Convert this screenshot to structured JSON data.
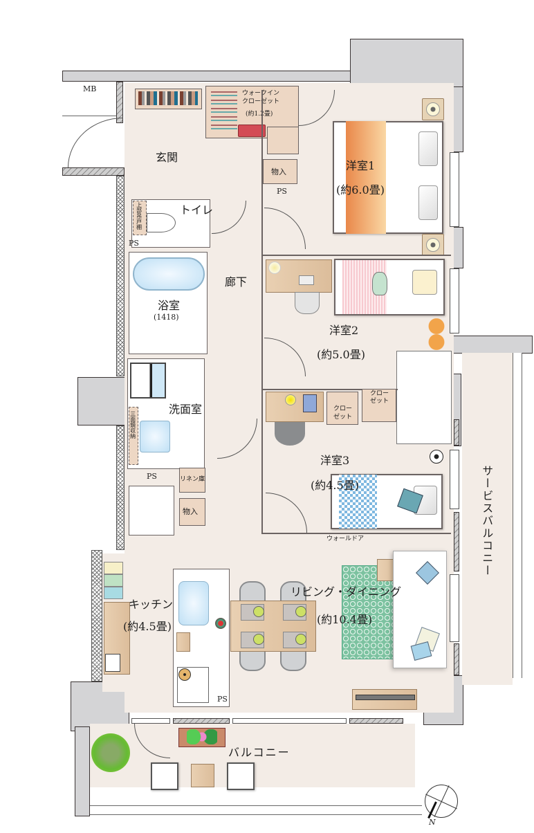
{
  "floorplan": {
    "rooms": {
      "genkan": "玄関",
      "mb": "MB",
      "wic_line1": "ウォークイン",
      "wic_line2": "クローゼット",
      "wic_size": "(約1.2畳)",
      "monoire1": "物入",
      "ps1": "PS",
      "toilet": "トイレ",
      "upper_storage": "上部吊戸棚",
      "ps2": "PS",
      "bath": "浴室",
      "bath_size": "(1418)",
      "hallway": "廊下",
      "washroom": "洗面室",
      "mirror_storage": "三面鏡収納",
      "ps3": "PS",
      "linen": "リネン庫",
      "monoire2": "物入",
      "room1": "洋室1",
      "room1_size": "(約6.0畳)",
      "room2": "洋室2",
      "room2_size": "(約5.0畳)",
      "room3": "洋室3",
      "room3_size": "(約4.5畳)",
      "closet_a_l1": "クロー",
      "closet_a_l2": "ゼット",
      "closet_b_l1": "クロー",
      "closet_b_l2": "ゼット",
      "wall_door": "ウォールドア",
      "kitchen": "キッチン",
      "kitchen_size": "(約4.5畳)",
      "ps4": "PS",
      "living": "リビング・ダイニング",
      "living_size": "(約10.4畳)",
      "service_balcony": "サービスバルコニー",
      "balcony": "バルコニー"
    },
    "compass": {
      "label": "N"
    },
    "colors": {
      "floor": "#f3ece6",
      "wall": "#d4d4d6",
      "storage": "#edd7c4",
      "bed1_accent": "#f0a060",
      "bed2_accent": "#f4c4cc",
      "bed3_accent": "#7fb8e0",
      "rug": "#7cc2a0"
    }
  }
}
